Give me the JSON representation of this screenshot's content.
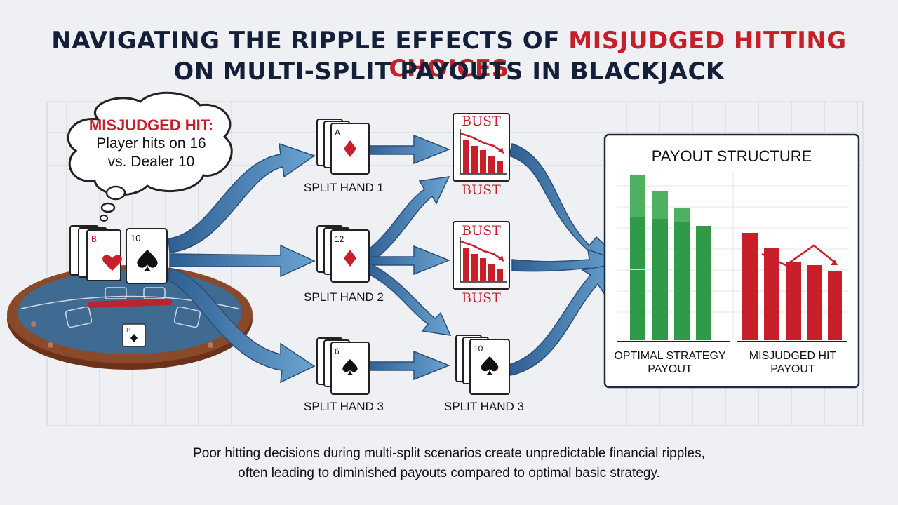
{
  "title": {
    "line1_prefix": "NAVIGATING THE RIPPLE EFFECTS OF ",
    "line1_highlight": "MISJUDGED HITTING CHOICES",
    "line2": "ON MULTI-SPLIT PAYOUTS IN BLACKJACK"
  },
  "thought_bubble": {
    "heading": "MISJUDGED HIT:",
    "line1": "Player hits on 16",
    "line2": "vs. Dealer 10"
  },
  "split_hands": {
    "hand1_label": "SPLIT HAND 1",
    "hand2_label": "SPLIT HAND 2",
    "hand3_label": "SPLIT HAND 3",
    "hand3b_label": "SPLIT HAND 3"
  },
  "bust_labels": {
    "bust1_top": "BUST",
    "bust1_bottom": "BUST",
    "bust2_top": "BUST",
    "bust2_bottom": "BUST"
  },
  "cards": {
    "player_front_rank": "10",
    "hand1_rank": "A",
    "hand2_rank": "12",
    "hand3_rank": "6",
    "hand3b_rank": "10",
    "table_card_rank": "B"
  },
  "payout": {
    "title": "PAYOUT STRUCTURE",
    "optimal_label_line1": "OPTIMAL STRATEGY",
    "optimal_label_line2": "PAYOUT",
    "misjudged_label_line1": "MISJUDGED HIT",
    "misjudged_label_line2": "PAYOUT"
  },
  "caption": {
    "line1": "Poor hitting decisions during multi-split scenarios create unpredictable financial ripples,",
    "line2": "often leading to diminished payouts compared to optimal basic strategy."
  },
  "colors": {
    "navy": "#14203a",
    "accent_red": "#c4202a",
    "arrow_blue": "#4f86b8",
    "table_blue": "#3f6a92",
    "table_rim": "#7a3e22",
    "green": "#2f9a48"
  }
}
